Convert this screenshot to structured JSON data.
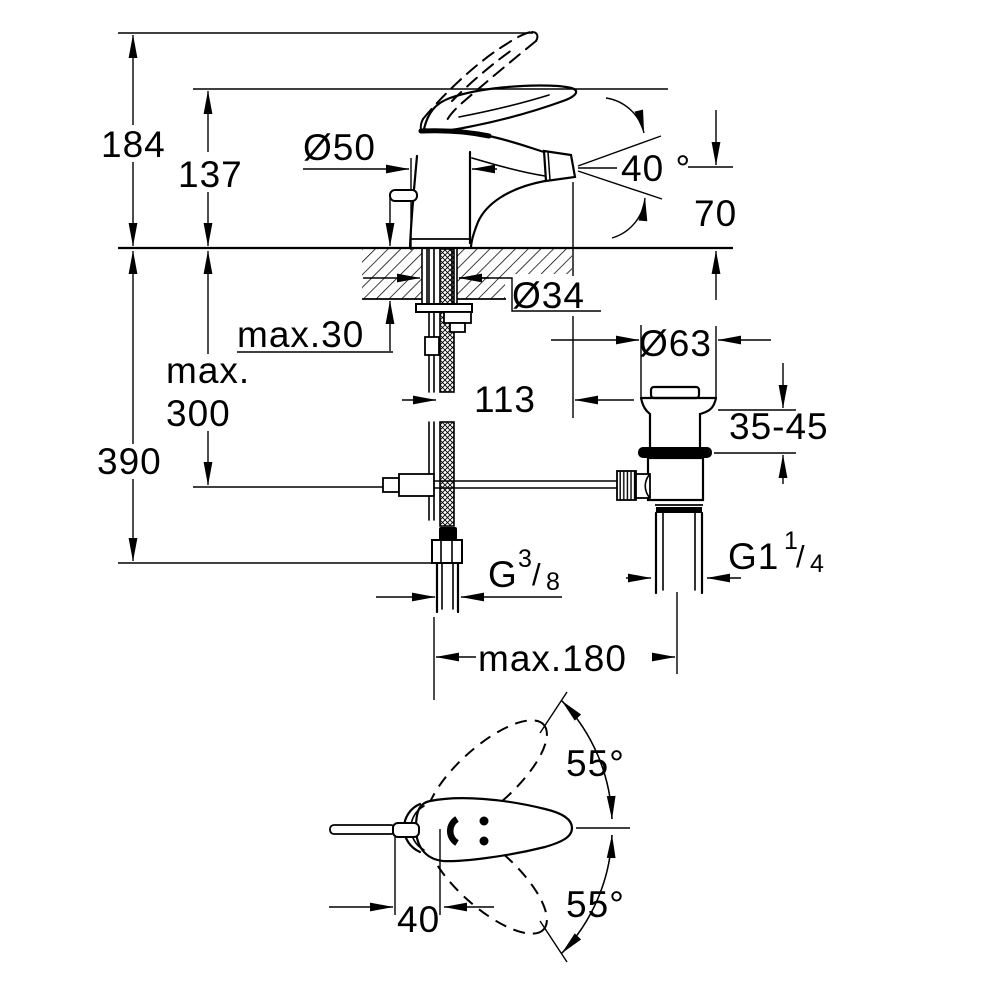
{
  "drawing": {
    "background_color": "#ffffff",
    "line_color": "#000000",
    "dimensions": {
      "total_height": "184",
      "height_to_lever": "137",
      "base_diameter": "Ø50",
      "spray_angle": "40 °",
      "spout_height": "70",
      "shank_diameter": "Ø34",
      "deck_thickness_max": "max.30",
      "max_word": "max.",
      "max_300_value": "300",
      "depth_below_deck": "390",
      "spout_projection": "113",
      "waste_flange_diameter": "Ø63",
      "waste_clamp_range": "35-45",
      "supply_thread_prefix": "G",
      "supply_thread_numerator": "3",
      "supply_thread_slash": "/",
      "supply_thread_denominator": "8",
      "waste_thread_prefix": "G1",
      "waste_thread_numerator": "1",
      "waste_thread_slash": "/",
      "waste_thread_denominator": "4",
      "rod_to_waste_max": "max.180",
      "handle_swing_up": "55°",
      "handle_swing_down": "55°",
      "handle_offset": "40"
    }
  }
}
